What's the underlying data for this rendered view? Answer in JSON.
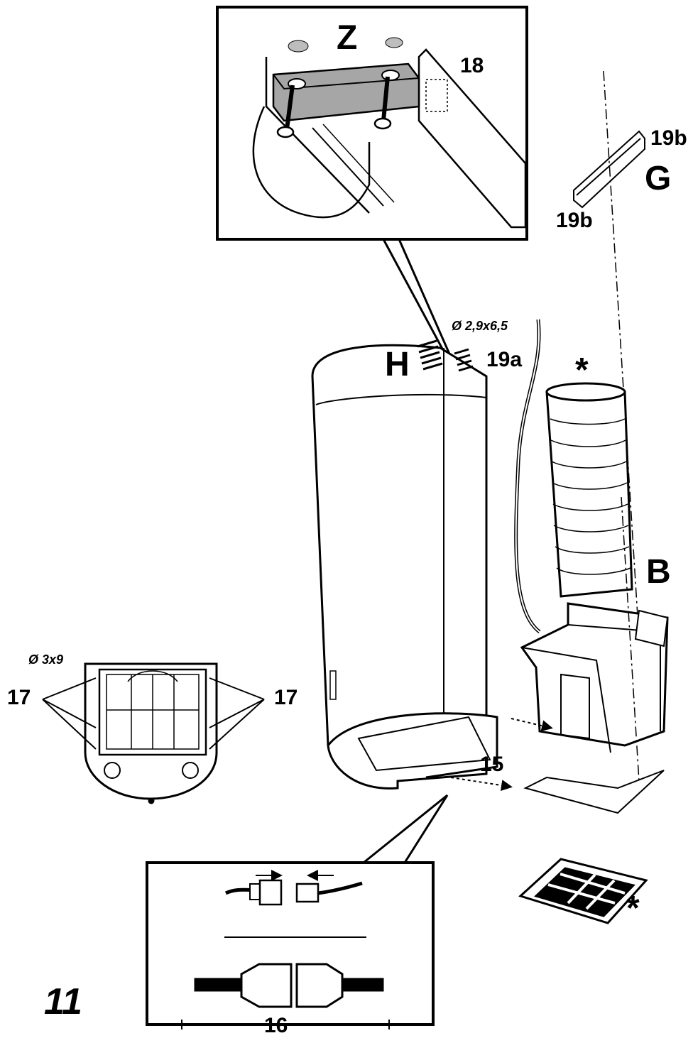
{
  "labels": {
    "z": "Z",
    "n18": "18",
    "n19b_top": "19b",
    "n19b_bottom": "19b",
    "g": "G",
    "dim_screw_small": "Ø 2,9x6,5",
    "h": "H",
    "n19a": "19a",
    "star_duct": "*",
    "b": "B",
    "dim_screw_large": "Ø 3x9",
    "n17_left": "17",
    "n17_right": "17",
    "n15": "15",
    "star_filter": "*",
    "n16": "16",
    "figure_number": "11"
  },
  "colors": {
    "ink": "#000000",
    "paper": "#ffffff",
    "bracket_fill": "#a6a6a6",
    "hole_fill": "#bdbdbd"
  }
}
